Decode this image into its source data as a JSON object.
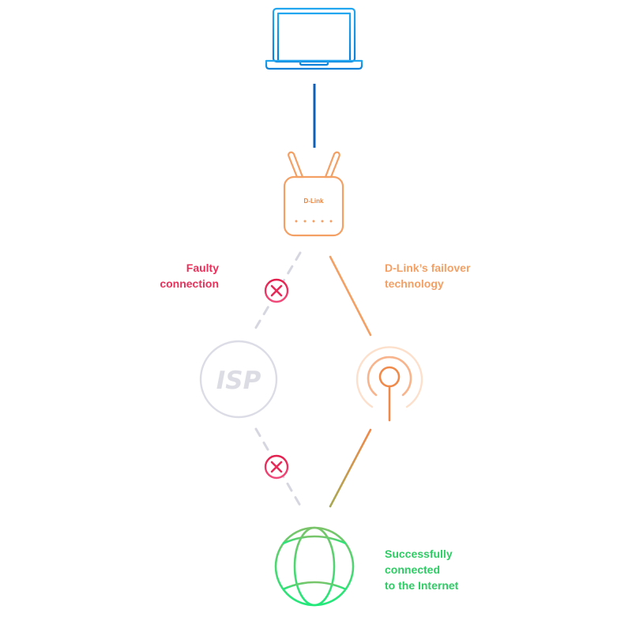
{
  "diagram": {
    "laptop": {
      "icon": "laptop-icon",
      "color": "#1a8fe0"
    },
    "router": {
      "brand": "D-Link",
      "icon": "router-icon",
      "color": "#f4a064",
      "indicator_dots": 5
    },
    "isp": {
      "label": "ISP",
      "color": "#dcdce4"
    },
    "antenna": {
      "icon": "signal-tower-icon",
      "color": "#f08a4b"
    },
    "internet": {
      "icon": "globe-icon",
      "color": "#39d36a"
    },
    "labels": {
      "faulty": [
        "Faulty",
        "connection"
      ],
      "failover": [
        "D-Link’s failover",
        "technology"
      ],
      "success": [
        "Successfully",
        "connected",
        "to the Internet"
      ]
    },
    "colors": {
      "faulty": "#e8305a",
      "failover": "#f4a064",
      "success": "#2ecc64",
      "laptop_link": "#0d5fb8",
      "dashed_link": "#d6d6e0"
    }
  }
}
